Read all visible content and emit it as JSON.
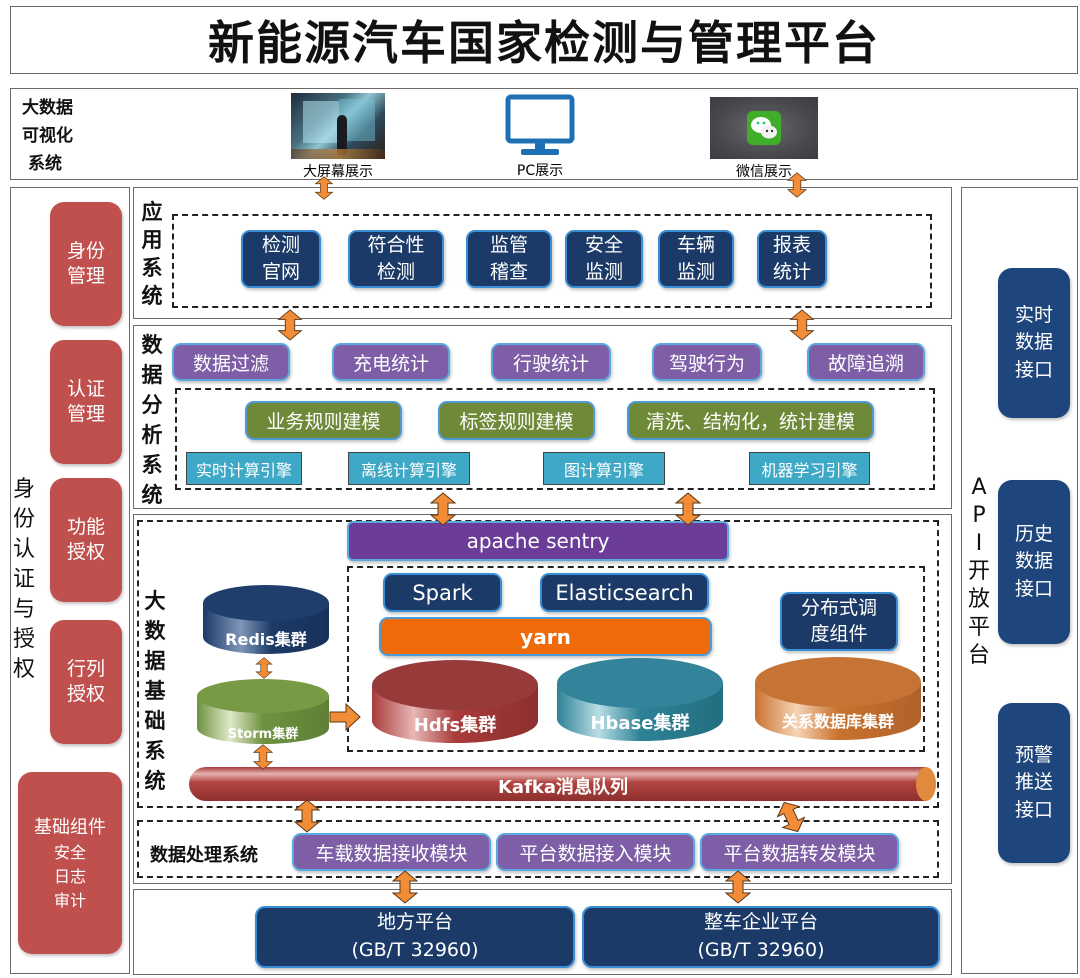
{
  "title": "新能源汽车国家检测与管理平台",
  "visualization": {
    "label": [
      "大数据",
      "可视化",
      "系统"
    ],
    "items": [
      {
        "label": "大屏幕展示",
        "icon": "big-screen-image"
      },
      {
        "label": "PC展示",
        "icon": "monitor-icon"
      },
      {
        "label": "微信展示",
        "icon": "wechat-icon"
      }
    ]
  },
  "identity": {
    "label": [
      "身",
      "份",
      "认",
      "证",
      "与",
      "授",
      "权"
    ],
    "items": [
      {
        "lines": [
          "身份",
          "管理"
        ]
      },
      {
        "lines": [
          "认证",
          "管理"
        ]
      },
      {
        "lines": [
          "功能",
          "授权"
        ]
      },
      {
        "lines": [
          "行列",
          "授权"
        ]
      }
    ],
    "base": {
      "title": "基础组件",
      "lines": [
        "安全",
        "日志",
        "审计"
      ]
    }
  },
  "application": {
    "label": [
      "应",
      "用",
      "系",
      "统"
    ],
    "items": [
      {
        "lines": [
          "检测",
          "官网"
        ]
      },
      {
        "lines": [
          "符合性",
          "检测"
        ]
      },
      {
        "lines": [
          "监管",
          "稽查"
        ]
      },
      {
        "lines": [
          "安全",
          "监测"
        ]
      },
      {
        "lines": [
          "车辆",
          "监测"
        ]
      },
      {
        "lines": [
          "报表",
          "统计"
        ]
      }
    ]
  },
  "analysis": {
    "label": [
      "数",
      "据",
      "分",
      "析",
      "系",
      "统"
    ],
    "functions": [
      "数据过滤",
      "充电统计",
      "行驶统计",
      "驾驶行为",
      "故障追溯"
    ],
    "modeling": [
      "业务规则建模",
      "标签规则建模",
      "清洗、结构化，统计建模"
    ],
    "engines": [
      "实时计算引擎",
      "离线计算引擎",
      "图计算引擎",
      "机器学习引擎"
    ]
  },
  "bigdata": {
    "label": [
      "大",
      "数",
      "据",
      "基",
      "础",
      "系",
      "统"
    ],
    "sentry": "apache sentry",
    "spark": "Spark",
    "elasticsearch": "Elasticsearch",
    "yarn": "yarn",
    "scheduler": [
      "分布式调",
      "度组件"
    ],
    "redis": "Redis集群",
    "storm": "Storm集群",
    "hdfs": "Hdfs集群",
    "hbase": "Hbase集群",
    "rdb": "关系数据库集群",
    "kafka": "Kafka消息队列"
  },
  "processing": {
    "label": "数据处理系统",
    "modules": [
      "车载数据接收模块",
      "平台数据接入模块",
      "平台数据转发模块"
    ]
  },
  "platforms": [
    {
      "lines": [
        "地方平台",
        "(GB/T 32960)"
      ]
    },
    {
      "lines": [
        "整车企业平台",
        "(GB/T 32960)"
      ]
    }
  ],
  "api": {
    "label": [
      "A",
      "P",
      "I",
      "开",
      "放",
      "平",
      "台"
    ],
    "items": [
      {
        "lines": [
          "实时",
          "数据",
          "接口"
        ]
      },
      {
        "lines": [
          "历史",
          "数据",
          "接口"
        ]
      },
      {
        "lines": [
          "预警",
          "推送",
          "接口"
        ]
      }
    ]
  },
  "colors": {
    "navy": "#1b3a68",
    "purple": "#7e5ea6",
    "olive": "#6e8a38",
    "teal": "#3ea8c7",
    "orange": "#ee6a0a",
    "red": "#c0504d",
    "arrow": "#f28c36"
  }
}
